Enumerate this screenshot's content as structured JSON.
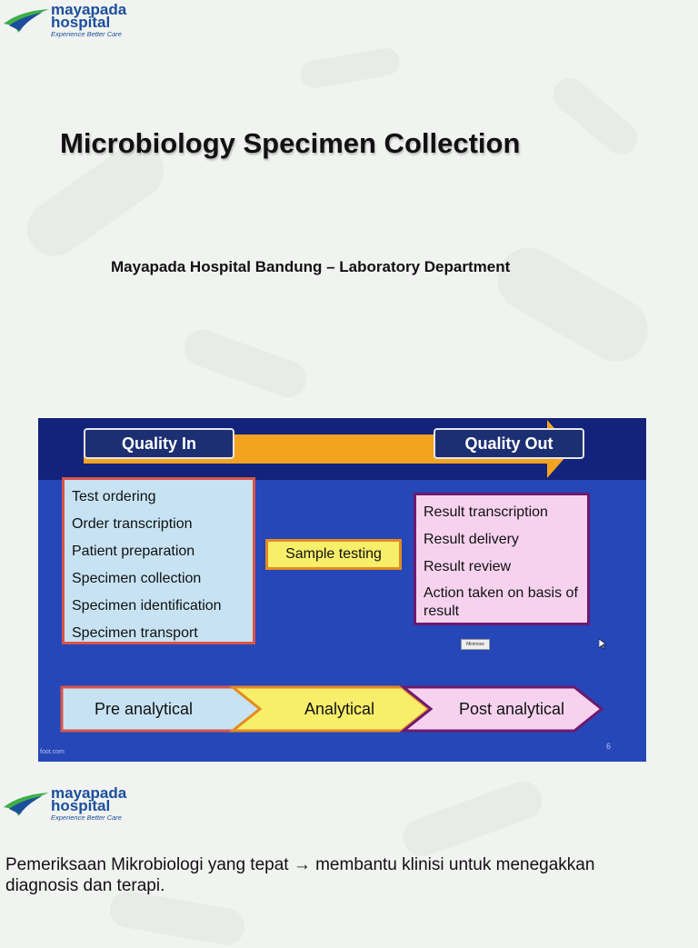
{
  "branding": {
    "name_line1": "mayapada",
    "name_line2": "hospital",
    "tagline": "Experience Better Care",
    "colors": {
      "blue": "#1b4f9c",
      "green": "#3fae49"
    }
  },
  "slide_title": "Microbiology Specimen Collection",
  "subtitle": "Mayapada Hospital Bandung – Laboratory Department",
  "diagram": {
    "quality_in": "Quality In",
    "quality_out": "Quality Out",
    "pre_items": [
      "Test ordering",
      "Order transcription",
      "Patient preparation",
      "Specimen collection",
      "Specimen identification",
      "Specimen transport"
    ],
    "post_items": [
      "Result transcription",
      "Result delivery",
      "Result review",
      "Action taken on basis of result"
    ],
    "sample_testing": "Sample testing",
    "phases": [
      "Pre analytical",
      "Analytical",
      "Post analytical"
    ],
    "minimize_label": "Minimize",
    "page_number": "6",
    "footer": "foot.com"
  },
  "bottom_text": "Pemeriksaan Mikrobiologi yang tepat → membantu klinisi untuk menegakkan diagnosis dan terapi."
}
